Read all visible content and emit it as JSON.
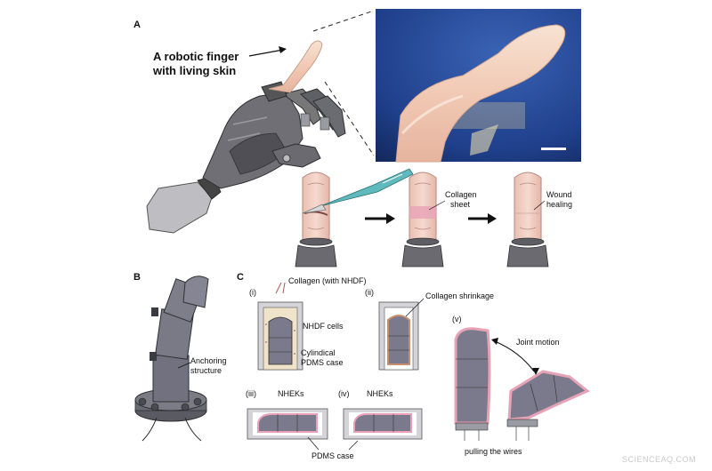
{
  "panels": {
    "a": {
      "letter": "A",
      "title_line1": "A robotic finger",
      "title_line2": "with living skin",
      "collagen_sheet_line1": "Collagen",
      "collagen_sheet_line2": "sheet",
      "wound_line1": "Wound",
      "wound_line2": "healing"
    },
    "b": {
      "letter": "B",
      "anchoring_line1": "Anchoring",
      "anchoring_line2": "structure"
    },
    "c": {
      "letter": "C",
      "step_i": "(i)",
      "step_ii": "(ii)",
      "step_iii": "(iii)",
      "step_iv": "(iv)",
      "step_v": "(v)",
      "collagen_nhdf": "Collagen (with NHDF)",
      "collagen_shrinkage": "Collagen shrinkage",
      "nhdf_cells": "NHDF cells",
      "pdms_case_line1": "Cylindical",
      "pdms_case_line2": "PDMS case",
      "nheks_iii": "NHEKs",
      "nheks_iv": "NHEKs",
      "pdms_case": "PDMS case",
      "joint_motion": "Joint motion",
      "pulling_wires": "pulling the wires"
    }
  },
  "watermark": "SCIENCEAQ.COM",
  "colors": {
    "robot_gray": "#6f6f75",
    "robot_dark": "#3e3e44",
    "skin": "#f2cfc4",
    "skin_edge": "#c79f98",
    "collagen_pink": "#e8a2b6",
    "case_gray": "#d4d4d8",
    "segment_purple": "#7b7a8c",
    "photo_bg": "#1f3f8a",
    "tan": "#caa77a"
  }
}
